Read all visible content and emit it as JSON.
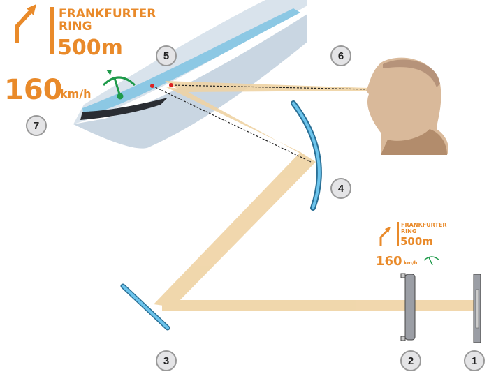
{
  "hud_large": {
    "street_line1": "FRANKFURTER",
    "street_line2": "RING",
    "distance": "500m",
    "speed": "160",
    "speed_unit": "km/h"
  },
  "hud_small": {
    "street_line1": "FRANKFURTER",
    "street_line2": "RING",
    "distance": "500m",
    "speed": "160",
    "speed_unit": "km/h"
  },
  "labels": [
    "1",
    "2",
    "3",
    "4",
    "5",
    "6",
    "7"
  ],
  "colors": {
    "orange": "#e98a2a",
    "green": "#1e9a4a",
    "beam": "#efd3a4",
    "mirror": "#4aaee0"
  }
}
